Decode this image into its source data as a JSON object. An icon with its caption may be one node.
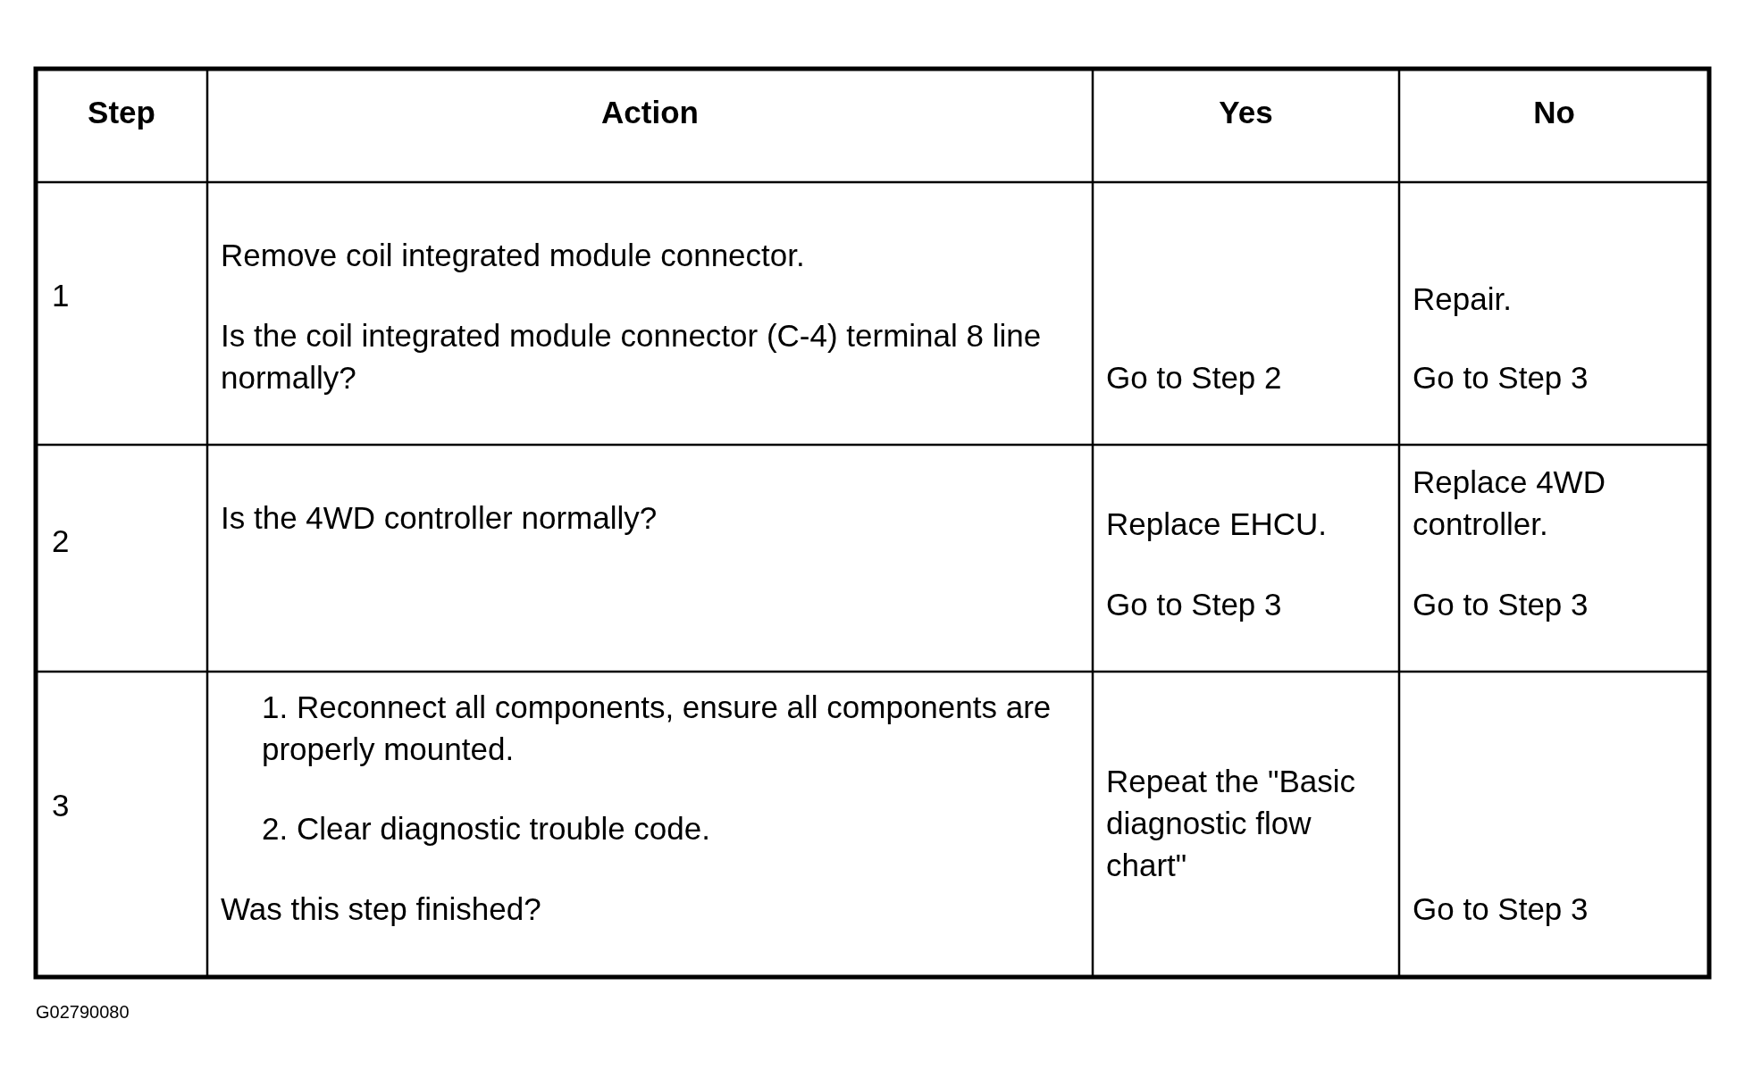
{
  "diagram": {
    "labels": [
      "Step",
      "Action",
      "Yes",
      "No",
      "1",
      "Remove coil integrated module connector.",
      "Is the coil integrated module connector (C-4) terminal 8 line normally?",
      "Go to Step 2",
      "Repair.",
      "Go to Step 3",
      "2",
      "Is the 4WD controller normally?",
      "Replace EHCU.",
      "Go to Step 3",
      "Replace 4WD controller.",
      "Go to Step 3",
      "3",
      "1. Reconnect all components, ensure all components are properly mounted.",
      "2. Clear diagnostic trouble code.",
      "Was this step finished?",
      "Repeat the \"Basic diagnostic flow chart\"",
      "Go to Step 3",
      "G02790080"
    ]
  }
}
